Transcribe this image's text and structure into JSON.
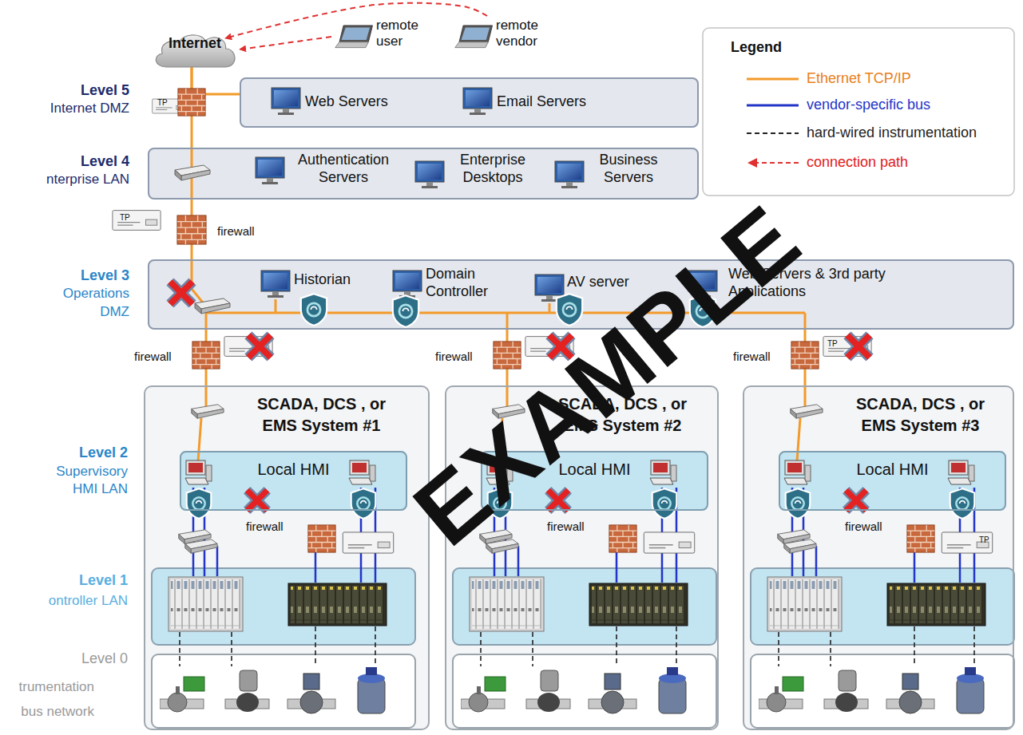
{
  "diagram": {
    "nodes": [
      {
        "text": [
          "Internet"
        ]
      },
      {
        "text": [
          "remote user"
        ]
      },
      {
        "text": [
          "remote vendor"
        ]
      },
      {
        "text": [
          "Level 5",
          "Internet DMZ"
        ]
      },
      {
        "text": [
          "Web Servers"
        ],
        "in": 3
      },
      {
        "text": [
          "Email Servers"
        ],
        "in": 3
      },
      {
        "text": [
          "Level 4",
          "nterprise LAN"
        ]
      },
      {
        "text": [
          "Authentication Servers"
        ],
        "in": 6
      },
      {
        "text": [
          "Enterprise Desktops"
        ],
        "in": 6
      },
      {
        "text": [
          "Business Servers"
        ],
        "in": 6
      },
      {
        "text": [
          "Level 3",
          "Operations DMZ"
        ]
      },
      {
        "text": [
          "Historian"
        ],
        "in": 10
      },
      {
        "text": [
          "Domain Controller"
        ],
        "in": 10
      },
      {
        "text": [
          "AV server"
        ],
        "in": 10
      },
      {
        "text": [
          "Web Servers & 3rd party Applications"
        ],
        "in": 10
      },
      {
        "text": [
          "SCADA, DCS , or EMS System #1"
        ]
      },
      {
        "text": [
          "Local HMI"
        ],
        "in": 15
      },
      {
        "text": [
          "SCADA, DCS , or EMS System #2"
        ]
      },
      {
        "text": [
          "Local HMI"
        ],
        "in": 17
      },
      {
        "text": [
          "SCADA, DCS , or EMS System #3"
        ]
      },
      {
        "text": [
          "Local HMI"
        ],
        "in": 19
      }
    ],
    "edges": [
      {
        "from": 1,
        "to": 0,
        "arrow": "to"
      },
      {
        "from": 2,
        "to": 0,
        "arrow": "to"
      },
      {
        "from": 0,
        "to": 3,
        "arrow": "none"
      },
      {
        "from": 0,
        "to": 6,
        "arrow": "none"
      },
      {
        "from": 6,
        "to": 10,
        "arrow": "none"
      },
      {
        "from": 10,
        "to": 15,
        "arrow": "none"
      },
      {
        "from": 10,
        "to": 17,
        "arrow": "none"
      },
      {
        "from": 10,
        "to": 19,
        "arrow": "none"
      }
    ],
    "labels": [
      "Legend",
      "firewall",
      "firewall",
      "firewall",
      "firewall",
      "firewall",
      "firewall",
      "firewall",
      "TP",
      "TP",
      "TP",
      "TP",
      "Level 2",
      "Supervisory HMI LAN",
      "Level 1",
      "ontroller LAN",
      "Level 0",
      "trumentation bus network",
      "EXAMPLE"
    ],
    "legend": [
      {
        "text": "Ethernet TCP/IP"
      },
      {
        "text": "vendor-specific bus"
      },
      {
        "text": "hard-wired instrumentation"
      },
      {
        "text": "connection path"
      }
    ]
  }
}
